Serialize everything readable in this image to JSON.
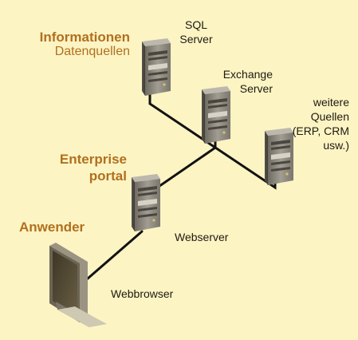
{
  "colors": {
    "background": "#fdf4c4",
    "heading": "#b0701e",
    "text": "#1e1a10",
    "connection": "#121212",
    "server_body": "#8e8a80",
    "monitor_body": "#9b9482"
  },
  "groups": {
    "information": {
      "title": "Informationen",
      "subtitle": "Datenquellen"
    },
    "portal": {
      "title_line1": "Enterprise",
      "title_line2": "portal"
    },
    "users": {
      "title": "Anwender"
    }
  },
  "nodes": {
    "sql_server": {
      "line1": "SQL",
      "line2": "Server",
      "icon": "server-tower-icon"
    },
    "exchange_server": {
      "line1": "Exchange",
      "line2": "Server",
      "icon": "server-tower-icon"
    },
    "other_sources": {
      "line1": "weitere",
      "line2": "Quellen",
      "line3": "(ERP, CRM",
      "line4": "usw.)",
      "icon": "server-tower-icon"
    },
    "webserver": {
      "label": "Webserver",
      "icon": "server-tower-icon"
    },
    "webbrowser": {
      "label": "Webbrowser",
      "icon": "monitor-icon"
    }
  }
}
